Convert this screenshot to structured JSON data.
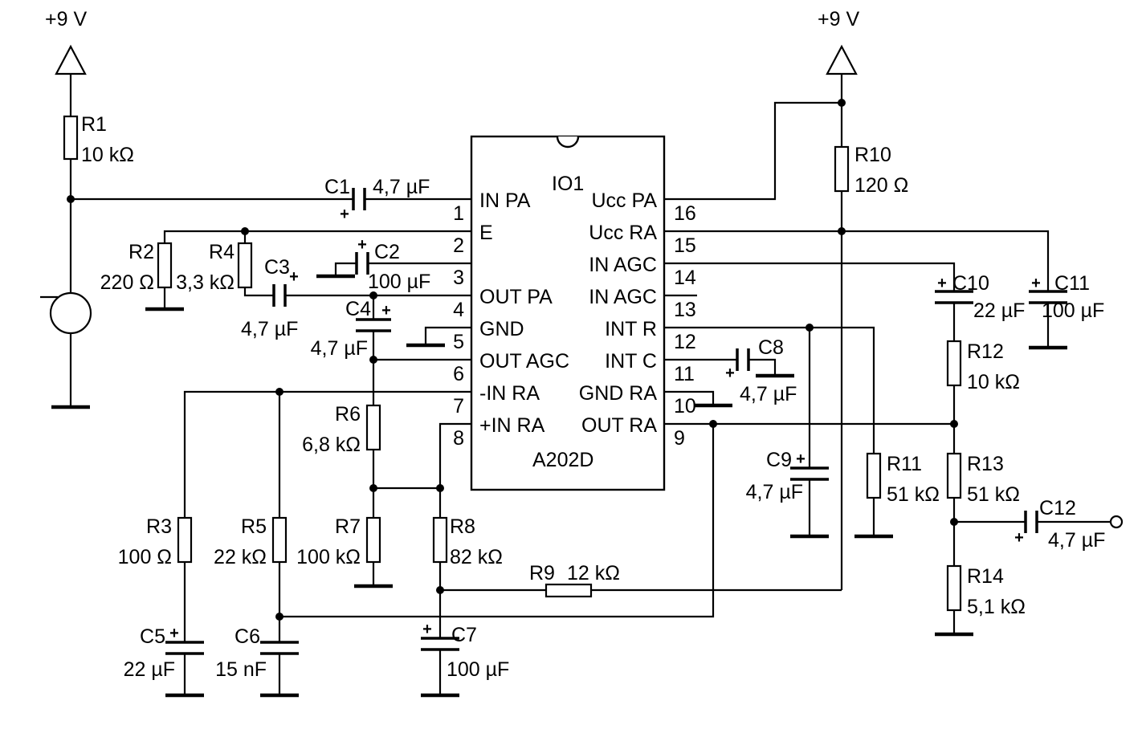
{
  "power_left_label": "+9 V",
  "power_right_label": "+9 V",
  "plus": "+",
  "ic": {
    "ref": "IO1",
    "part": "A202D",
    "left_pins": [
      {
        "num": "1",
        "label": "IN PA"
      },
      {
        "num": "2",
        "label": "E"
      },
      {
        "num": "3",
        "label": ""
      },
      {
        "num": "4",
        "label": "OUT PA"
      },
      {
        "num": "5",
        "label": "GND"
      },
      {
        "num": "6",
        "label": "OUT AGC"
      },
      {
        "num": "7",
        "label": "-IN RA"
      },
      {
        "num": "8",
        "label": "+IN RA"
      }
    ],
    "right_pins": [
      {
        "num": "16",
        "label": "Ucc PA"
      },
      {
        "num": "15",
        "label": "Ucc RA"
      },
      {
        "num": "14",
        "label": "IN AGC"
      },
      {
        "num": "13",
        "label": "IN AGC"
      },
      {
        "num": "12",
        "label": "INT R"
      },
      {
        "num": "11",
        "label": "INT C"
      },
      {
        "num": "10",
        "label": "GND RA"
      },
      {
        "num": "9",
        "label": "OUT RA"
      }
    ]
  },
  "components": {
    "R1": {
      "ref": "R1",
      "value": "10 kΩ"
    },
    "R2": {
      "ref": "R2",
      "value": "220 Ω"
    },
    "R3": {
      "ref": "R3",
      "value": "100 Ω"
    },
    "R4": {
      "ref": "R4",
      "value": "3,3 kΩ"
    },
    "R5": {
      "ref": "R5",
      "value": "22 kΩ"
    },
    "R6": {
      "ref": "R6",
      "value": "6,8 kΩ"
    },
    "R7": {
      "ref": "R7",
      "value": "100 kΩ"
    },
    "R8": {
      "ref": "R8",
      "value": "82 kΩ"
    },
    "R9": {
      "ref": "R9",
      "value": "12 kΩ"
    },
    "R10": {
      "ref": "R10",
      "value": "120 Ω"
    },
    "R11": {
      "ref": "R11",
      "value": "51 kΩ"
    },
    "R12": {
      "ref": "R12",
      "value": "10 kΩ"
    },
    "R13": {
      "ref": "R13",
      "value": "51 kΩ"
    },
    "R14": {
      "ref": "R14",
      "value": "5,1 kΩ"
    },
    "C1": {
      "ref": "C1",
      "value": "4,7 µF"
    },
    "C2": {
      "ref": "C2",
      "value": "100 µF"
    },
    "C3": {
      "ref": "C3",
      "value": "4,7 µF"
    },
    "C4": {
      "ref": "C4",
      "value": "4,7 µF"
    },
    "C5": {
      "ref": "C5",
      "value": "22 µF"
    },
    "C6": {
      "ref": "C6",
      "value": "15 nF"
    },
    "C7": {
      "ref": "C7",
      "value": "100 µF"
    },
    "C8": {
      "ref": "C8",
      "value": "4,7 µF"
    },
    "C9": {
      "ref": "C9",
      "value": "4,7 µF"
    },
    "C10": {
      "ref": "C10",
      "value": "22 µF"
    },
    "C11": {
      "ref": "C11",
      "value": "100 µF"
    },
    "C12": {
      "ref": "C12",
      "value": "4,7 µF"
    }
  }
}
